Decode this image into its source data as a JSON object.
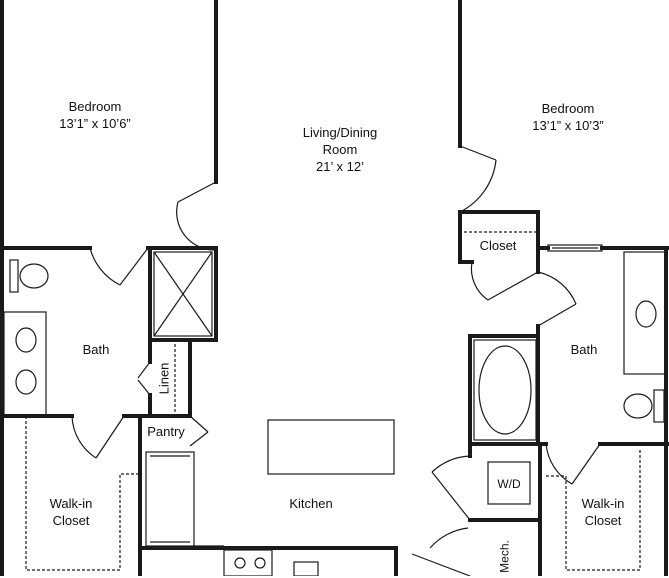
{
  "rooms": {
    "bedroom_left": {
      "name": "Bedroom",
      "dims": "13’1” x 10’6”"
    },
    "living": {
      "name_line1": "Living/Dining",
      "name_line2": "Room",
      "dims": "21’ x 12’"
    },
    "bedroom_right": {
      "name": "Bedroom",
      "dims": "13’1” x 10’3”"
    },
    "closet_right": {
      "name": "Closet"
    },
    "bath_left": {
      "name": "Bath"
    },
    "bath_right": {
      "name": "Bath"
    },
    "linen": {
      "name": "Linen"
    },
    "pantry": {
      "name": "Pantry"
    },
    "kitchen": {
      "name": "Kitchen"
    },
    "walkin_left": {
      "name_line1": "Walk-in",
      "name_line2": "Closet"
    },
    "walkin_right": {
      "name_line1": "Walk-in",
      "name_line2": "Closet"
    },
    "wd": {
      "name": "W/D"
    },
    "mech": {
      "name": "Mech."
    }
  }
}
